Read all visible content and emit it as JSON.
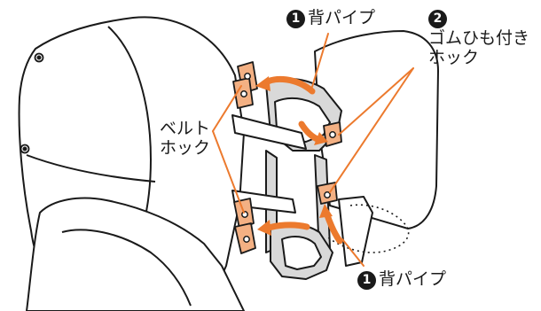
{
  "colors": {
    "outline": "#1a1a1a",
    "accent_orange": "#ec7a2e",
    "hook_fill": "#f3b083",
    "gray_fill": "#d9d9d9",
    "background": "#ffffff"
  },
  "callouts": {
    "pipe_top": {
      "number": "1",
      "label": "背パイプ"
    },
    "rubber_hook": {
      "number": "2",
      "line1": "ゴムひも付き",
      "line2": "ホック"
    },
    "belt_hook": {
      "line1": "ベルト",
      "line2": "ホック"
    },
    "pipe_bottom": {
      "number": "1",
      "label": "背パイプ"
    }
  },
  "icons": [
    "backpack-hood-drawing",
    "frame-pipe",
    "direction-arrow",
    "hook-clip",
    "rivet"
  ]
}
